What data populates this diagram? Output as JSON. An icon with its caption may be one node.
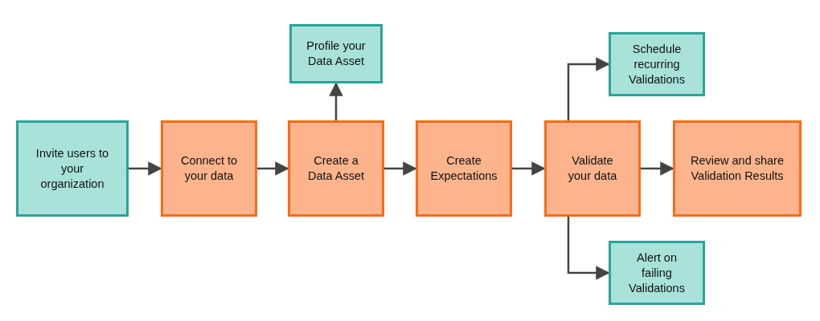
{
  "diagram": {
    "nodes": [
      {
        "text": [
          "Invite users to your organization"
        ]
      },
      {
        "text": [
          "Connect to your data"
        ]
      },
      {
        "text": [
          "Create a Data Asset"
        ]
      },
      {
        "text": [
          "Profile your Data Asset"
        ]
      },
      {
        "text": [
          "Create Expectations"
        ]
      },
      {
        "text": [
          "Validate your data"
        ]
      },
      {
        "text": [
          "Schedule recurring Validations"
        ]
      },
      {
        "text": [
          "Review and share Validation Results"
        ]
      },
      {
        "text": [
          "Alert on failing Validations"
        ]
      }
    ],
    "edges": [
      {
        "from": 0,
        "to": 1,
        "arrow": "to"
      },
      {
        "from": 1,
        "to": 2,
        "arrow": "to"
      },
      {
        "from": 2,
        "to": 3,
        "arrow": "to"
      },
      {
        "from": 2,
        "to": 4,
        "arrow": "to"
      },
      {
        "from": 4,
        "to": 5,
        "arrow": "to"
      },
      {
        "from": 5,
        "to": 6,
        "arrow": "to"
      },
      {
        "from": 5,
        "to": 7,
        "arrow": "to"
      },
      {
        "from": 5,
        "to": 8,
        "arrow": "to"
      }
    ]
  }
}
